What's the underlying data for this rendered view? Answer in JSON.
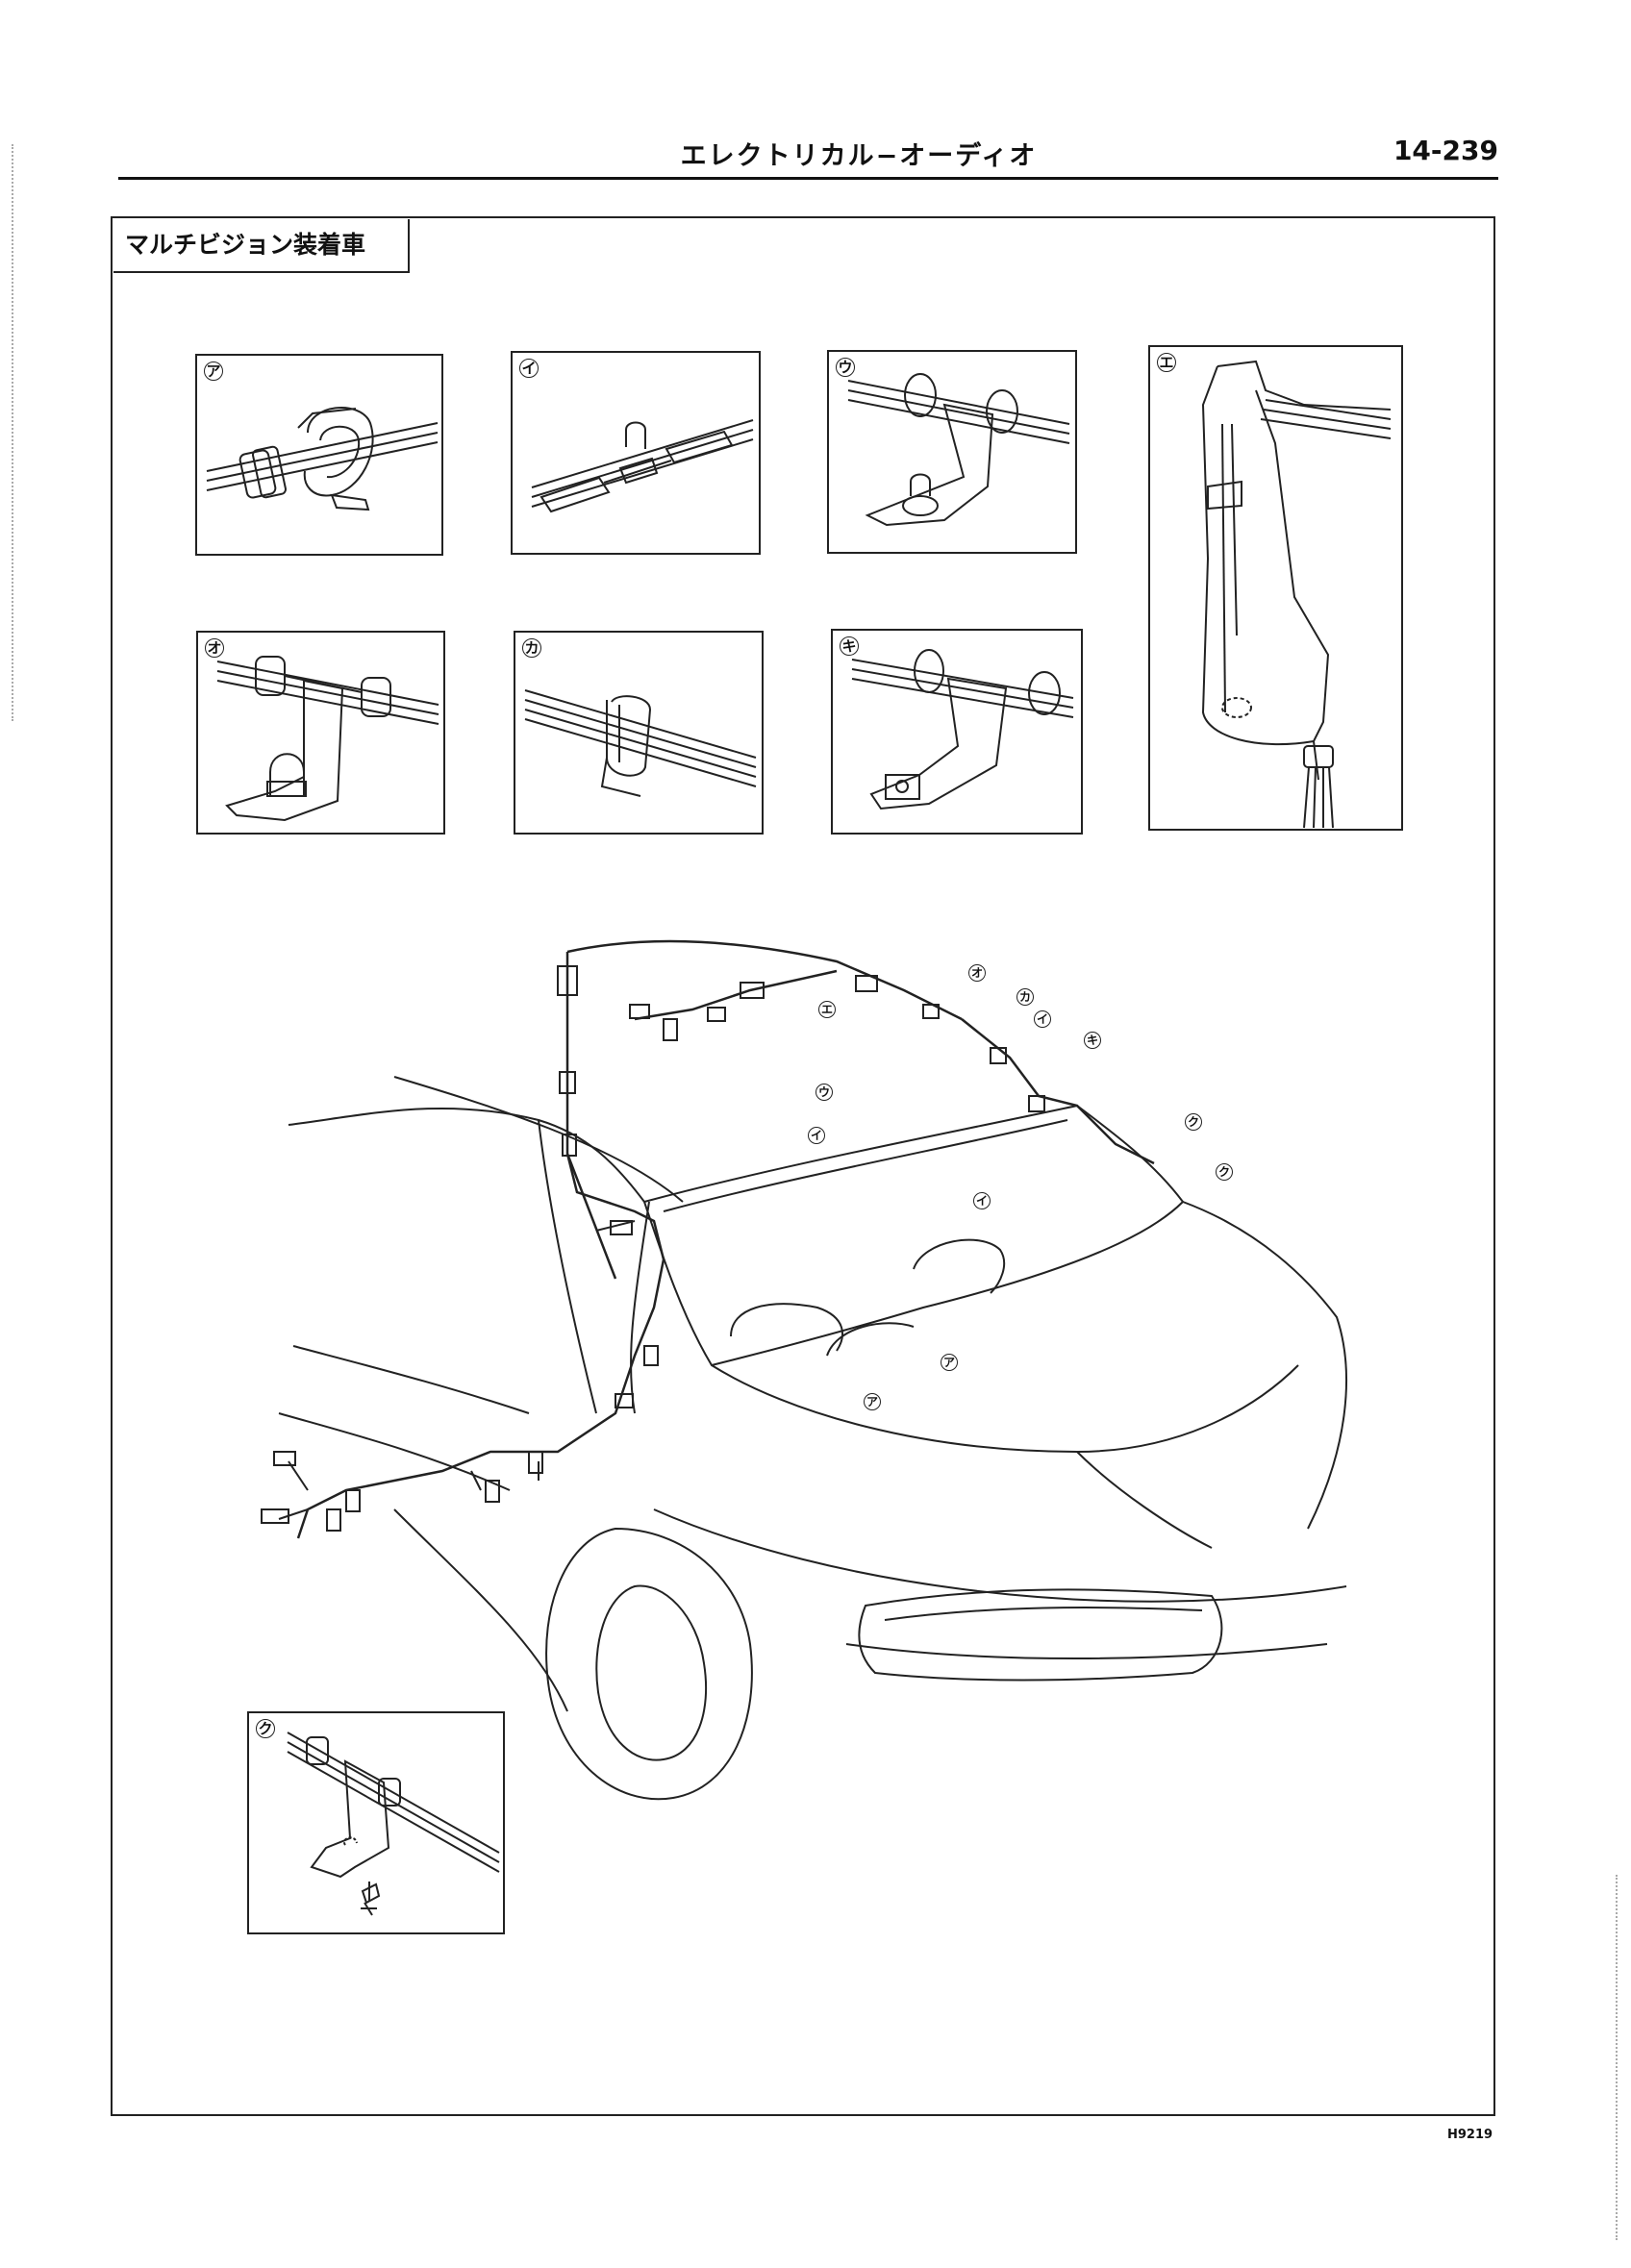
{
  "header": {
    "section_title": "エレクトリカル−オーディオ",
    "page_number": "14-239"
  },
  "figure": {
    "label": "マルチビジョン装着車",
    "details": [
      {
        "marker": "ア"
      },
      {
        "marker": "イ"
      },
      {
        "marker": "ウ"
      },
      {
        "marker": "エ"
      },
      {
        "marker": "オ"
      },
      {
        "marker": "カ"
      },
      {
        "marker": "キ"
      },
      {
        "marker": "ク"
      }
    ],
    "callouts": [
      "オ",
      "カ",
      "イ",
      "キ",
      "エ",
      "ウ",
      "イ",
      "イ",
      "ク",
      "ク",
      "ア",
      "ア"
    ],
    "figure_id": "H9219"
  }
}
